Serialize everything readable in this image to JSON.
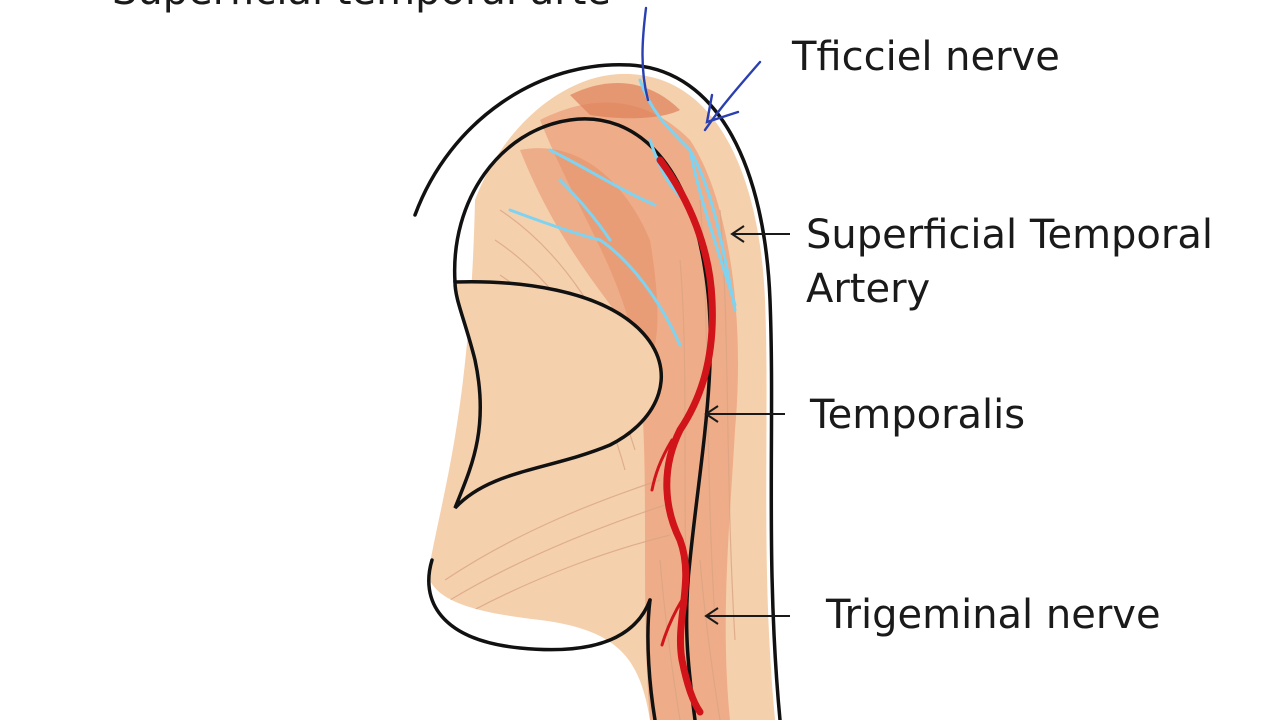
{
  "diagram": {
    "labels": {
      "top_cut": "Superficial temporal arte",
      "nerve_top": "Tficciel nerve",
      "artery": [
        "Superficial Temporal",
        "Artery"
      ],
      "muscle": "Temporalis",
      "nerve_bottom": "Trigeminal nerve"
    },
    "colors": {
      "skin": "#f5d0ad",
      "muscle": "#eba27c",
      "muscle_dark": "#de7f58",
      "nerve": "#7fd3f0",
      "artery": "#d0141a",
      "outline": "#111111",
      "pen_ink": "#2a3fb0"
    }
  }
}
